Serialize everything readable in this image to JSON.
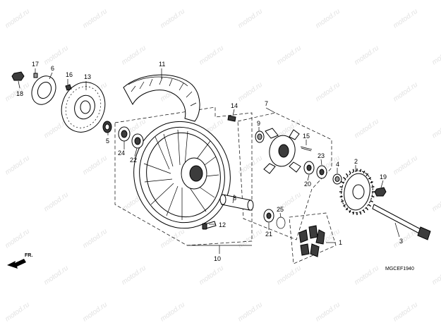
{
  "diagram": {
    "watermark_text": "motod.ru",
    "part_code": "MGCEF1940",
    "front_arrow_label": "FR.",
    "callouts": {
      "p1": "1",
      "p2": "2",
      "p3": "3",
      "p4": "4",
      "p5": "5",
      "p6": "6",
      "p7": "7",
      "p8": "8",
      "p9": "9",
      "p10": "10",
      "p11": "11",
      "p12": "12",
      "p13": "13",
      "p14": "14",
      "p15": "15",
      "p16": "16",
      "p17": "17",
      "p18": "18",
      "p19": "19",
      "p20": "20",
      "p21": "21",
      "p22": "22",
      "p23": "23",
      "p24": "24",
      "p25": "25"
    }
  }
}
